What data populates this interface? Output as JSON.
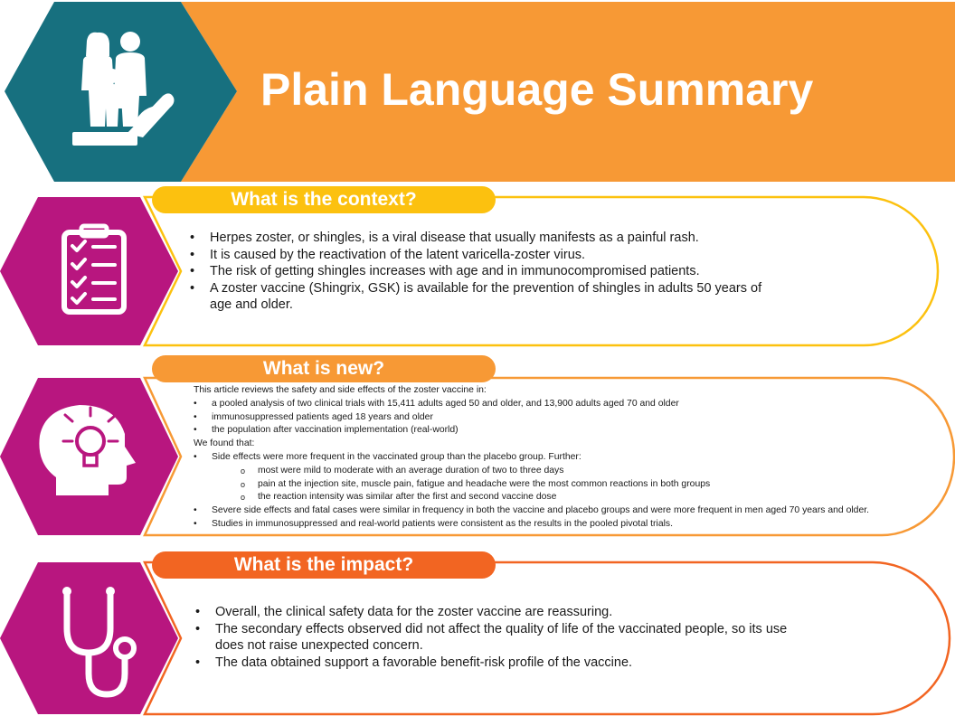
{
  "header": {
    "title": "Plain Language Summary"
  },
  "icons": {
    "header": "family-care-icon",
    "context": "checklist-icon",
    "new": "head-lightbulb-icon",
    "impact": "stethoscope-icon"
  },
  "colors": {
    "teal": "#17707f",
    "orange": "#f79935",
    "magenta": "#b8167f",
    "yellow": "#fcc10f",
    "dark_orange": "#f26522"
  },
  "sections": {
    "context": {
      "heading": "What is the context?",
      "bullets": [
        "Herpes zoster, or shingles, is a viral disease that usually manifests as a painful rash.",
        "It is caused by the reactivation of the latent varicella-zoster virus.",
        "The risk of getting shingles increases with age and in immunocompromised patients.",
        "A zoster vaccine (Shingrix, GSK) is available for the prevention of shingles in adults 50 years of age and older."
      ]
    },
    "new": {
      "heading": "What is new?",
      "intro": "This article reviews the safety and side effects of the zoster vaccine in:",
      "items": [
        "a pooled analysis of two clinical trials with 15,411 adults aged 50 and older, and 13,900 adults aged 70 and older",
        "immunosuppressed patients aged 18 years and older",
        "the population after vaccination implementation (real-world)"
      ],
      "found": "We found that:",
      "findings": [
        "Side effects were more frequent in the vaccinated group than the placebo group. Further:",
        "Severe side effects and fatal cases were similar in frequency in both the vaccine and placebo groups and were more frequent in men aged 70 years and older.",
        "Studies in immunosuppressed and real-world patients were consistent as the results in the pooled pivotal trials."
      ],
      "sub_findings": [
        "most were mild to moderate with an average duration of two to three days",
        "pain at the injection site, muscle pain, fatigue and headache were the most common reactions in both groups",
        "the reaction intensity was similar after the first and second vaccine dose"
      ]
    },
    "impact": {
      "heading": "What is the impact?",
      "bullets": [
        "Overall, the clinical safety data for the zoster vaccine are reassuring.",
        "The secondary effects observed did not affect the quality of life of the vaccinated people, so its use does not raise unexpected concern.",
        "The data obtained support a favorable benefit-risk profile of the vaccine."
      ]
    }
  }
}
